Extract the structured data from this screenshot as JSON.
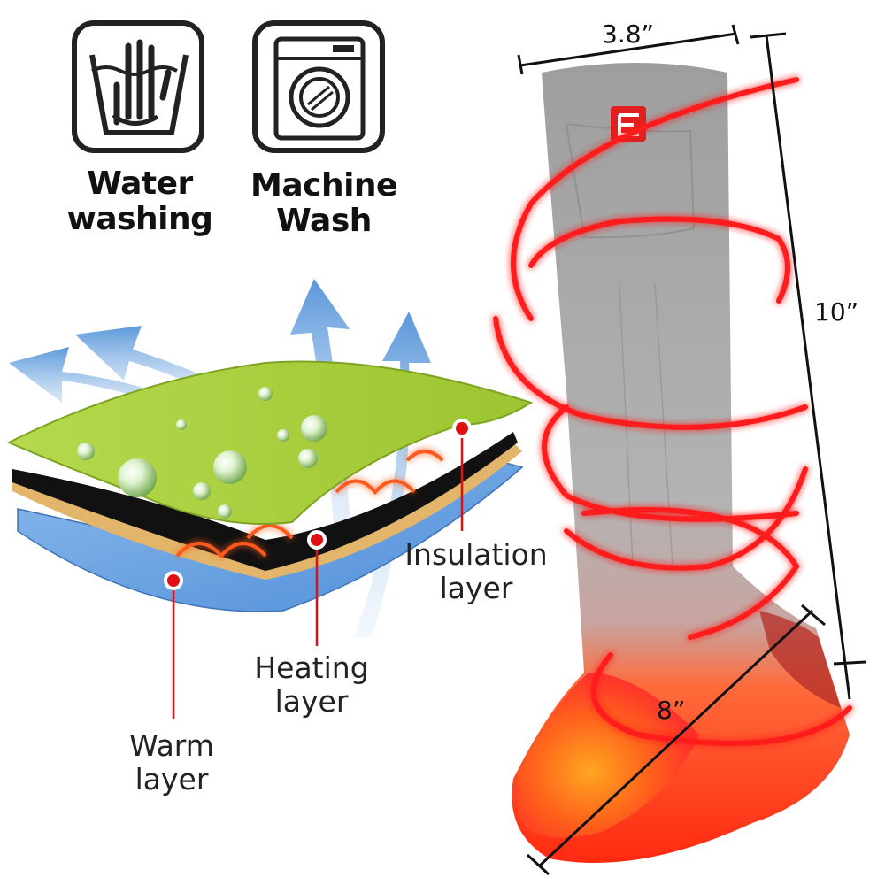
{
  "care_icons": [
    {
      "icon": "hand-wash-basin-icon",
      "label_line1": "Water",
      "label_line2": "washing"
    },
    {
      "icon": "washing-machine-icon",
      "label_line1": "Machine",
      "label_line2": "Wash"
    }
  ],
  "layers": {
    "insulation": "Insulation\nlayer",
    "heating": "Heating\nlayer",
    "warm": "Warm\nlayer"
  },
  "dimensions": {
    "width": "3.8”",
    "height": "10”",
    "foot": "8”"
  },
  "colors": {
    "heat_red": "#ff1a1a",
    "sock_gray": "#a8a8a8",
    "green_layer": "#a9cf3c",
    "blue_layer": "#6fa6e3",
    "arrow_blue": "#4d8fd6"
  }
}
